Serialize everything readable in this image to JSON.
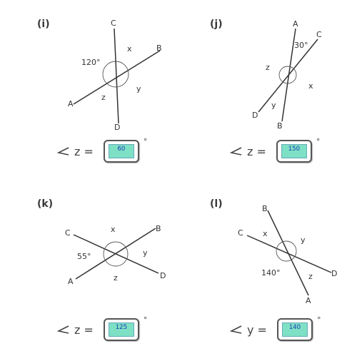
{
  "panels": {
    "i": {
      "label": "(i)",
      "points": {
        "A": "A",
        "B": "B",
        "C": "C",
        "D": "D"
      },
      "marks": {
        "known": "120°",
        "x": "x",
        "y": "y",
        "z": "z"
      },
      "answer": {
        "prefix": "z =",
        "value": "60",
        "unit": "°"
      }
    },
    "j": {
      "label": "(j)",
      "points": {
        "A": "A",
        "B": "B",
        "C": "C",
        "D": "D"
      },
      "marks": {
        "known": "30°",
        "x": "x",
        "y": "y",
        "z": "z"
      },
      "answer": {
        "prefix": "z =",
        "value": "150",
        "unit": "°"
      }
    },
    "k": {
      "label": "(k)",
      "points": {
        "A": "A",
        "B": "B",
        "C": "C",
        "D": "D"
      },
      "marks": {
        "known": "55°",
        "x": "x",
        "y": "y",
        "z": "z"
      },
      "answer": {
        "prefix": "z =",
        "value": "125",
        "unit": "°"
      }
    },
    "l": {
      "label": "(l)",
      "points": {
        "A": "A",
        "B": "B",
        "C": "C",
        "D": "D"
      },
      "marks": {
        "known": "140°",
        "x": "x",
        "y": "y",
        "z": "z"
      },
      "answer": {
        "prefix": "y =",
        "value": "140",
        "unit": "°"
      }
    }
  },
  "colors": {
    "line": "#333333",
    "answer_fill": "#7ee0c4",
    "answer_text": "#1a3bb8"
  },
  "icons": {
    "angle_symbol": "angle-icon"
  }
}
